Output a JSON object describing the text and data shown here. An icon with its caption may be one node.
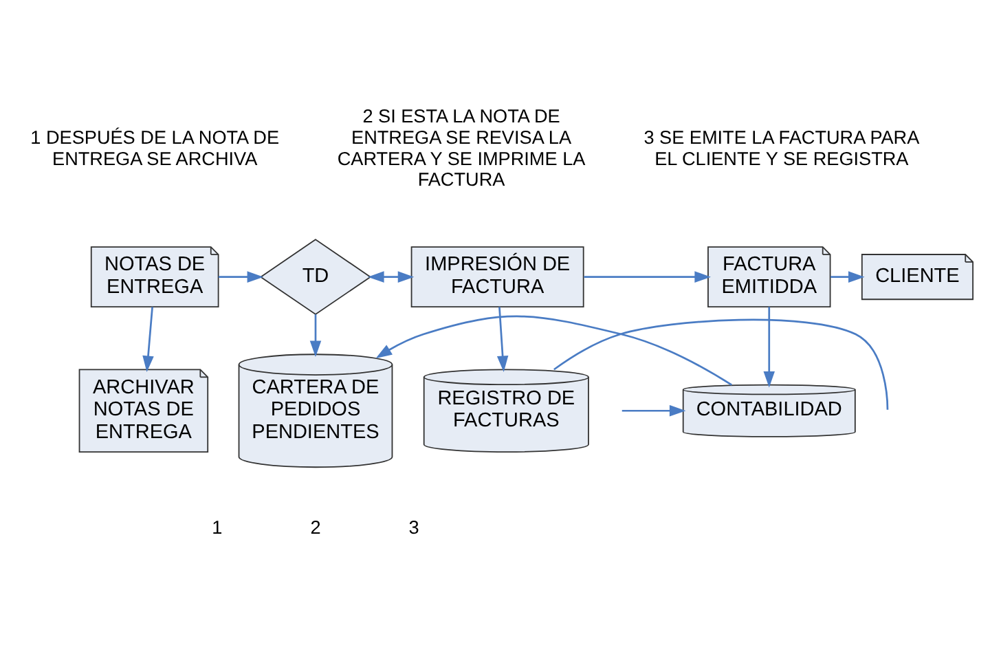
{
  "diagram": {
    "nodes": [
      {
        "text": [
          "NOTAS DE ENTREGA"
        ]
      },
      {
        "text": [
          "ARCHIVAR NOTAS DE ENTREGA"
        ]
      },
      {
        "text": [
          "TD"
        ]
      },
      {
        "text": [
          "CARTERA DE PEDIDOS PENDIENTES"
        ]
      },
      {
        "text": [
          "IMPRESIÓN DE FACTURA"
        ]
      },
      {
        "text": [
          "FACTURA EMITIDDA"
        ]
      },
      {
        "text": [
          "CLIENTE"
        ]
      },
      {
        "text": [
          "CONTABILIDAD"
        ]
      },
      {
        "text": [
          "REGISTRO DE FACTURAS"
        ]
      }
    ],
    "edges": [
      {
        "from": 0,
        "to": 2,
        "arrow": "to"
      },
      {
        "from": 0,
        "to": 1,
        "arrow": "to"
      },
      {
        "from": 2,
        "to": 4,
        "arrow": "both"
      },
      {
        "from": 2,
        "to": 3,
        "arrow": "to"
      },
      {
        "from": 4,
        "to": 5,
        "arrow": "to"
      },
      {
        "from": 4,
        "to": 8,
        "arrow": "to"
      },
      {
        "from": 5,
        "to": 6,
        "arrow": "to"
      },
      {
        "from": 5,
        "to": 7,
        "arrow": "to"
      },
      {
        "from": 7,
        "to": 3,
        "arrow": "to"
      },
      {
        "from": null,
        "to": 7,
        "arrow": "to"
      },
      {
        "from": 8,
        "to": null,
        "arrow": "none"
      }
    ],
    "labels": [
      "1 DESPUÉS DE LA NOTA DE ENTREGA SE ARCHIVA",
      "2 SI ESTA LA NOTA DE ENTREGA SE REVISA LA CARTERA Y SE IMPRIME LA FACTURA",
      "3 SE EMITE LA FACTURA PARA EL CLIENTE Y SE REGISTRA",
      "1",
      "2",
      "3"
    ]
  }
}
